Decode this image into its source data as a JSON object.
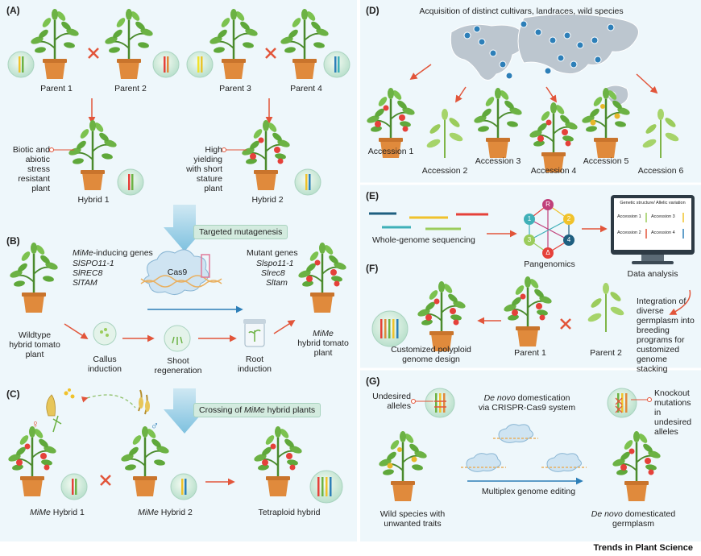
{
  "panels": {
    "A": {
      "letter": "(A)",
      "parents": [
        "Parent 1",
        "Parent 2",
        "Parent 3",
        "Parent 4"
      ],
      "trait1": "Biotic and abiotic stress resistant plant",
      "trait2": "High yielding with short stature plant",
      "hybrid1": "Hybrid 1",
      "hybrid2": "Hybrid 2"
    },
    "B": {
      "letter": "(B)",
      "banner": "Targeted mutagenesis",
      "inducing_title": "-inducing genes",
      "mime": "MiMe",
      "genes_wt": [
        "SlSPO11-1",
        "SlREC8",
        "SlTAM"
      ],
      "cas9": "Cas9",
      "mutant_title": "Mutant genes",
      "genes_mut": [
        "Slspo11-1",
        "Slrec8",
        "Sltam"
      ],
      "wildtype": "Wildtype hybrid tomato plant",
      "callus": "Callus induction",
      "shoot": "Shoot regeneration",
      "root": "Root induction",
      "mime_plant": "hybrid tomato plant"
    },
    "C": {
      "letter": "(C)",
      "banner_prefix": "Crossing of ",
      "banner_suffix": " hybrid plants",
      "hybrid1": "Hybrid 1",
      "hybrid2": "Hybrid 2",
      "tetraploid": "Tetraploid hybrid",
      "female": "♀",
      "male": "♂"
    },
    "D": {
      "letter": "(D)",
      "title": "Acquisition of distinct cultivars, landraces, wild species",
      "accessions": [
        "Accession 1",
        "Accession 2",
        "Accession 3",
        "Accession 4",
        "Accession 5",
        "Accession 6"
      ]
    },
    "E": {
      "letter": "(E)",
      "wgs": "Whole-genome sequencing",
      "pangenomics": "Pangenomics",
      "nodes": [
        "R",
        "1",
        "2",
        "3",
        "4",
        "Δ"
      ],
      "data_analysis": "Data analysis",
      "screen_title": "Genetic structure/ Allelic variation",
      "screen_items": [
        "Accession 1",
        "Accession 3",
        "Accession 2",
        "Accession 4"
      ]
    },
    "F": {
      "letter": "(F)",
      "custom": "Customized polyploid genome design",
      "parent1": "Parent 1",
      "parent2": "Parent 2",
      "integration": "Integration of diverse germplasm into breeding programs for customized genome stacking"
    },
    "G": {
      "letter": "(G)",
      "undesired": "Undesired alleles",
      "denovo_i": "De novo",
      "denovo_rest": " domestication",
      "via": "via CRISPR-Cas9 system",
      "knockout": "Knockout mutations in undesired alleles",
      "multiplex": "Multiplex genome editing",
      "wild": "Wild species with unwanted traits",
      "domesticated": "domesticated germplasm"
    }
  },
  "footer": "Trends in Plant Science",
  "colors": {
    "panel_bg": "#eef7fb",
    "cross": "#e2553a",
    "arrow_red": "#e2553a",
    "arrow_blue": "#2d7fb8",
    "leaf": "#5fa83a",
    "pot": "#e08a3c",
    "tomato": "#e5413a"
  }
}
